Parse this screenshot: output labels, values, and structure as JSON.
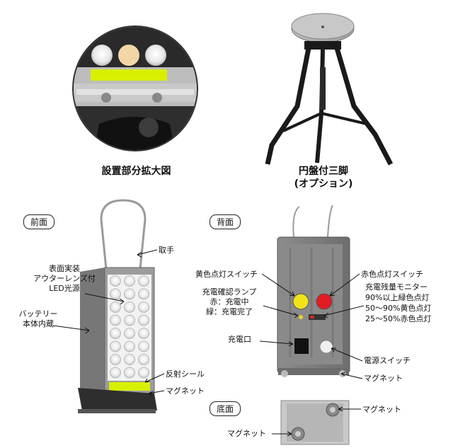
{
  "top": {
    "zoom_caption": "設置部分拡大図",
    "tripod_caption_line1": "円盤付三脚",
    "tripod_caption_line2": "(オプション)"
  },
  "front": {
    "section_tag": "前面",
    "handle": "取手",
    "led_line1": "表面実装",
    "led_line2": "アウターレンズ付",
    "led_line3": "LED光源",
    "battery_line1": "バッテリー",
    "battery_line2": "本体内蔵",
    "reflector": "反射シール",
    "magnet": "マグネット"
  },
  "back": {
    "section_tag": "背面",
    "yellow_switch": "黄色点灯スイッチ",
    "red_switch": "赤色点灯スイッチ",
    "charge_lamp_line1": "充電確認ランプ",
    "charge_lamp_line2": "赤：充電中",
    "charge_lamp_line3": "緑：充電完了",
    "monitor_line1": "充電残量モニター",
    "monitor_line2": "90%以上緑色点灯",
    "monitor_line3": "50～90%黄色点灯",
    "monitor_line4": "25～50%赤色点灯",
    "charge_port": "充電口",
    "power_switch": "電源スイッチ",
    "magnet": "マグネット"
  },
  "bottom": {
    "section_tag": "底面",
    "magnet_right": "マグネット",
    "magnet_left": "マグネット"
  }
}
